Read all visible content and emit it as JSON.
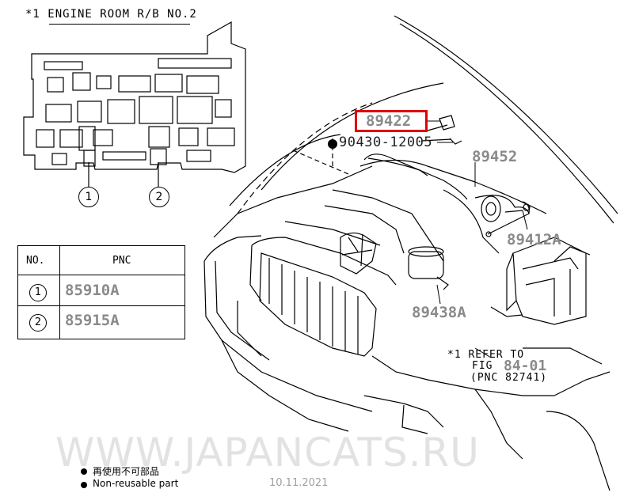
{
  "relay_block": {
    "title": "*1 ENGINE ROOM R/B NO.2",
    "callouts": [
      "1",
      "2"
    ]
  },
  "parts": {
    "highlighted": "89422",
    "bolt": "90430-12005",
    "part_89452": "89452",
    "part_89412A": "89412A",
    "part_89438A": "89438A"
  },
  "highlight_color": "#e00000",
  "part_label_color": "#8a8a8a",
  "reference_note": {
    "line1": "*1 REFER TO",
    "line2_prefix": "FIG",
    "line2_part": "84-01",
    "line3": "(PNC 82741)"
  },
  "pnc_table": {
    "headers": {
      "no": "NO.",
      "pnc": "PNC"
    },
    "rows": [
      {
        "no": "1",
        "pnc": "85910A"
      },
      {
        "no": "2",
        "pnc": "85915A"
      }
    ]
  },
  "watermark": "WWW.JAPANCATS.RU",
  "legend": {
    "jp": "再使用不可部品",
    "en": "Non-reusable part"
  },
  "date": "10.11.2021"
}
